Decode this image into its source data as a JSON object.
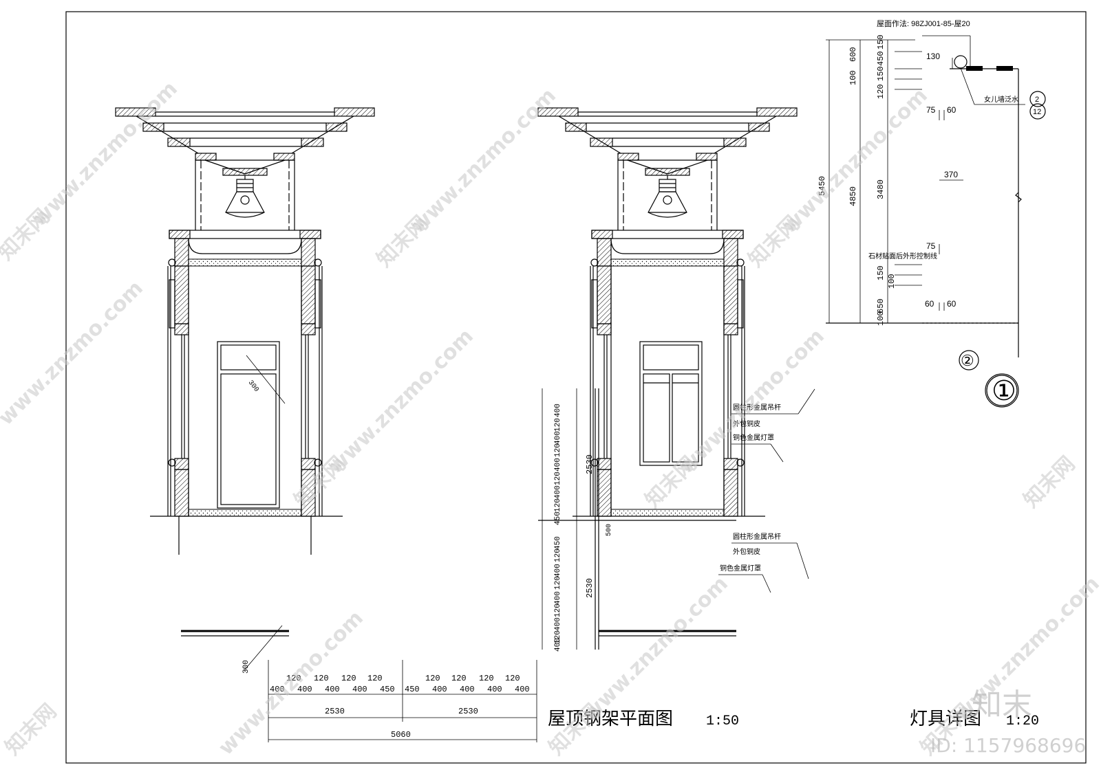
{
  "titles": {
    "roof_plan": "屋顶钢架平面图",
    "roof_plan_scale": "1:50",
    "lamp_detail": "灯具详图",
    "lamp_detail_scale": "1:20"
  },
  "section_detail": {
    "roof_spec": "屋面作法: 98ZJ001-85-屋20",
    "parapet_label": "女儿墙泛水",
    "ref_top": "2",
    "ref_bottom": "12",
    "stone_label": "石材贴面后外形控制线",
    "dims_vertical_total": "5450",
    "dims_vertical_mid": "4850",
    "dims_left": [
      "600",
      "100"
    ],
    "dims_stack": [
      "450",
      "150",
      "150",
      "120",
      "3480",
      "150",
      "100",
      "650",
      "100"
    ],
    "dim_130": "130",
    "dim_75a": "75",
    "dim_60a": "60",
    "dim_370": "370",
    "dim_75b": "75",
    "dim_60b": "60",
    "dim_60c": "60",
    "circle_2": "②",
    "circle_1": "①"
  },
  "plan_left": {
    "diag_dim": "300",
    "diag_dim2": "300"
  },
  "plan_middle": {
    "diag_dim": "500",
    "vert_dims_top": [
      "400",
      "120",
      "400",
      "120",
      "400",
      "120",
      "400",
      "120",
      "450"
    ],
    "vert_dims_bottom": [
      "450",
      "120",
      "400",
      "120",
      "400",
      "120",
      "400",
      "120",
      "400"
    ],
    "vert_total_top": "2530",
    "vert_total_bottom": "2530",
    "callouts_top": [
      "圆柱形金属吊杆",
      "外包铜皮",
      "铜色金属灯罩"
    ],
    "callouts_bottom": [
      "圆柱形金属吊杆",
      "外包铜皮",
      "铜色金属灯罩"
    ]
  },
  "bottom_dims": {
    "row1": [
      "120",
      "120",
      "120",
      "120",
      "120",
      "120",
      "120",
      "120"
    ],
    "row2": [
      "400",
      "400",
      "400",
      "400",
      "450",
      "450",
      "400",
      "400",
      "400",
      "400"
    ],
    "half_left": "2530",
    "half_right": "2530",
    "total": "5060"
  },
  "watermark": {
    "site": "www.znzmo.com",
    "brand": "知末网",
    "logo": "知末",
    "id_label": "ID: 1157968696"
  }
}
